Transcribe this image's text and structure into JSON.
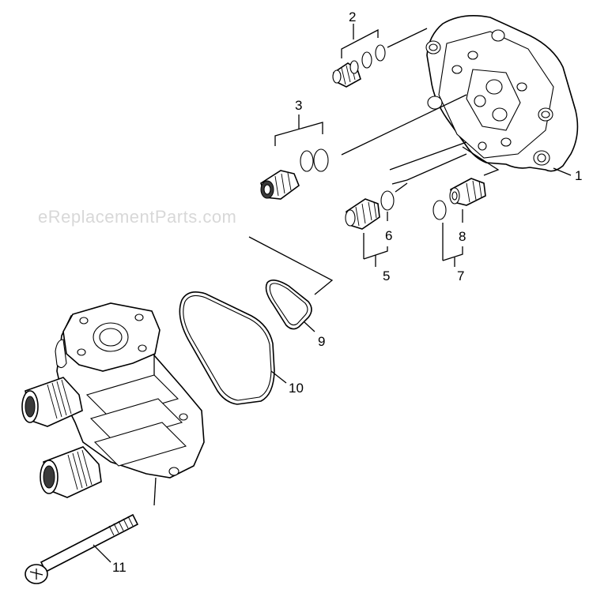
{
  "watermark": "eReplacementParts.com",
  "callouts": {
    "c1": "1",
    "c2": "2",
    "c3": "3",
    "c5": "5",
    "c6": "6",
    "c7": "7",
    "c8": "8",
    "c9": "9",
    "c10": "10",
    "c11": "11"
  }
}
